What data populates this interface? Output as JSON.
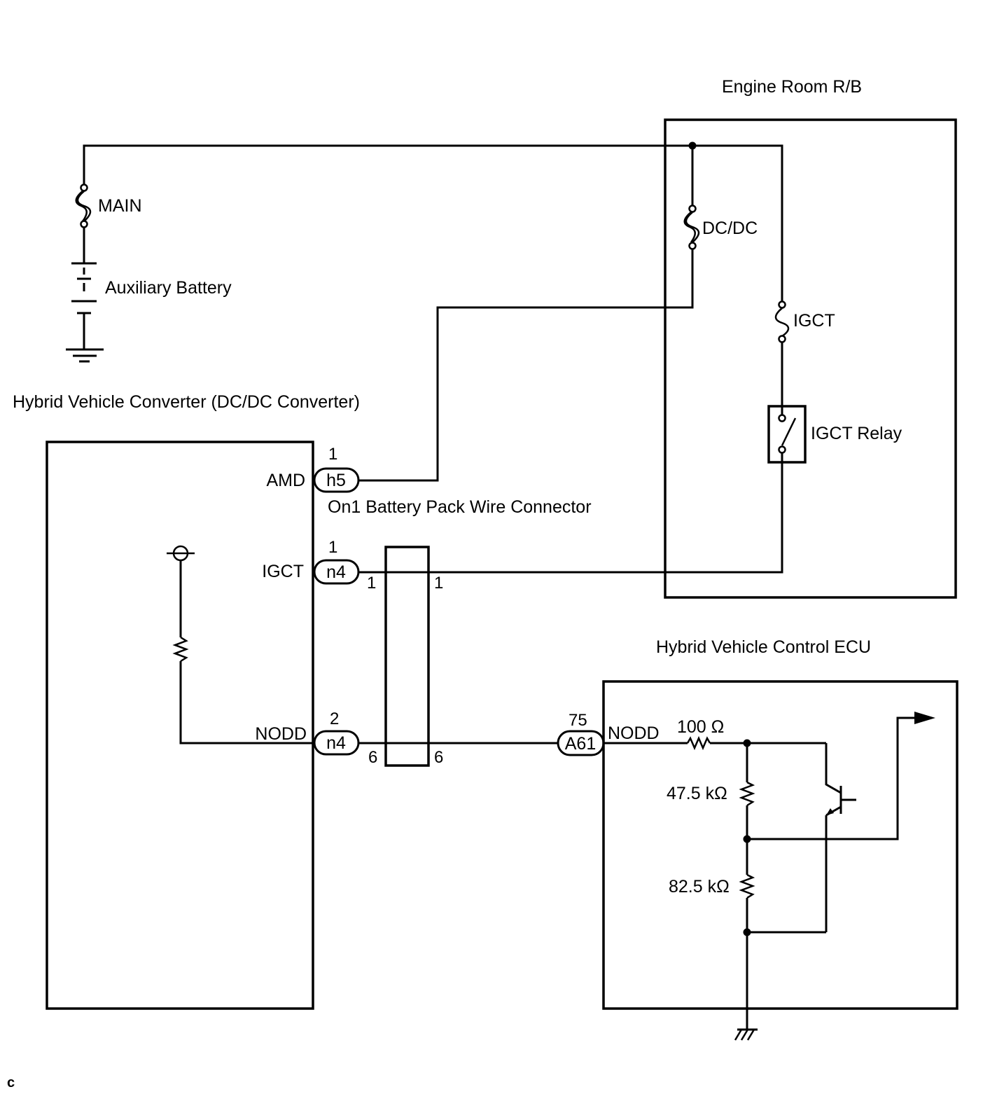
{
  "labels": {
    "engine_room": "Engine Room R/B",
    "main_fuse": "MAIN",
    "dcdc_fuse": "DC/DC",
    "aux_battery": "Auxiliary Battery",
    "igct_fuse": "IGCT",
    "igct_relay": "IGCT Relay",
    "converter": "Hybrid Vehicle Converter (DC/DC Converter)",
    "battery_pack_connector": "On1 Battery Pack Wire Connector",
    "ecu": "Hybrid Vehicle Control ECU",
    "r_100": "100 Ω",
    "r_47": "47.5 kΩ",
    "r_82": "82.5 kΩ",
    "corner_mark": "c"
  },
  "converter_pins": {
    "amd": {
      "name": "AMD",
      "connector": "h5",
      "pin": "1"
    },
    "igct": {
      "name": "IGCT",
      "connector": "n4",
      "pin": "1"
    },
    "nodd": {
      "name": "NODD",
      "connector": "n4",
      "pin": "2"
    }
  },
  "battery_connector_pins": {
    "igct_left": "1",
    "igct_right": "1",
    "nodd_left": "6",
    "nodd_right": "6"
  },
  "ecu_pins": {
    "nodd": {
      "name": "NODD",
      "connector": "A61",
      "pin": "75"
    }
  }
}
